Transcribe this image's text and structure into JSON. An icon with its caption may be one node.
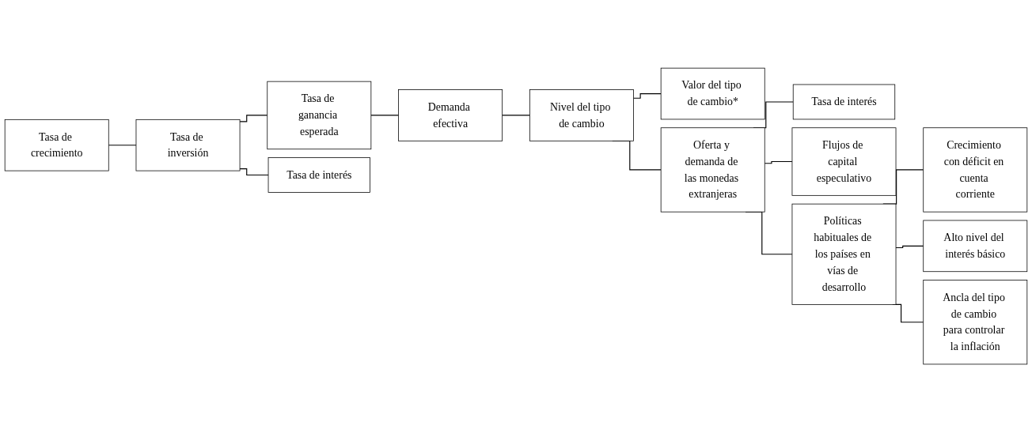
{
  "diagram": {
    "nodes": [
      {
        "text": [
          "Tasa de crecimiento"
        ]
      },
      {
        "text": [
          "Tasa de inversión"
        ]
      },
      {
        "text": [
          "Tasa de ganancia esperada"
        ]
      },
      {
        "text": [
          "Tasa de interés"
        ]
      },
      {
        "text": [
          "Demanda efectiva"
        ]
      },
      {
        "text": [
          "Nivel del tipo de cambio"
        ]
      },
      {
        "text": [
          "Valor del tipo de cambio*"
        ]
      },
      {
        "text": [
          "Oferta y demanda de las monedas extranjeras"
        ]
      },
      {
        "text": [
          "Tasa de interés"
        ]
      },
      {
        "text": [
          "Flujos de capital especulativo"
        ]
      },
      {
        "text": [
          "Políticas habituales de los países en vías de desarrollo"
        ]
      },
      {
        "text": [
          "Crecimiento con déficit en cuenta corriente"
        ]
      },
      {
        "text": [
          "Alto nivel del interés básico"
        ]
      },
      {
        "text": [
          "Ancla del tipo de cambio para controlar la inflación"
        ]
      }
    ],
    "edges": [
      {
        "from": 0,
        "to": 1,
        "arrow": "none"
      },
      {
        "from": 1,
        "to": 2,
        "arrow": "none"
      },
      {
        "from": 1,
        "to": 3,
        "arrow": "none"
      },
      {
        "from": 2,
        "to": 4,
        "arrow": "none"
      },
      {
        "from": 4,
        "to": 5,
        "arrow": "none"
      },
      {
        "from": 5,
        "to": 6,
        "arrow": "none"
      },
      {
        "from": 5,
        "to": 7,
        "arrow": "none"
      },
      {
        "from": 7,
        "to": 8,
        "arrow": "none"
      },
      {
        "from": 7,
        "to": 9,
        "arrow": "none"
      },
      {
        "from": 7,
        "to": 10,
        "arrow": "none"
      },
      {
        "from": 10,
        "to": 11,
        "arrow": "none"
      },
      {
        "from": 10,
        "to": 12,
        "arrow": "none"
      },
      {
        "from": 10,
        "to": 13,
        "arrow": "none"
      }
    ]
  }
}
